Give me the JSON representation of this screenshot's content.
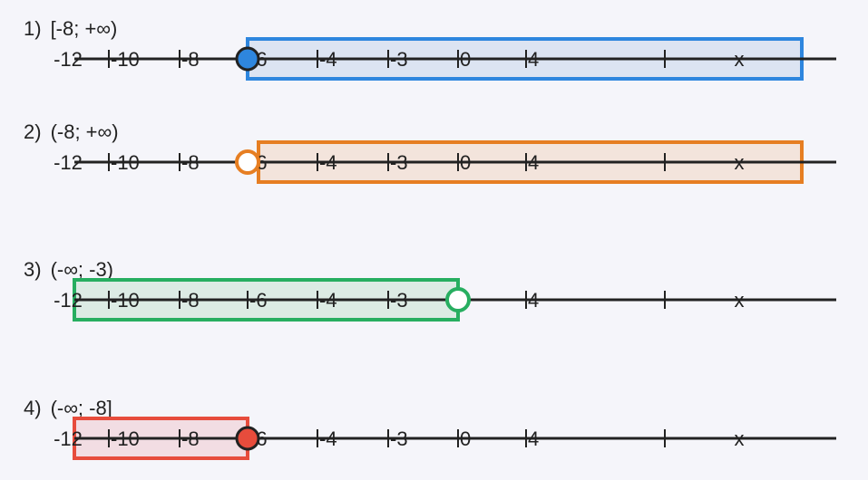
{
  "axis": {
    "ticks": [
      {
        "label": "-12",
        "tick": false
      },
      {
        "label": "-10",
        "tick": true
      },
      {
        "label": "-8",
        "tick": true
      },
      {
        "label": "-6",
        "tick": true
      },
      {
        "label": "-4",
        "tick": true
      },
      {
        "label": "-3",
        "tick": true
      },
      {
        "label": "0",
        "tick": true
      },
      {
        "label": "4",
        "tick": true
      },
      {
        "label": "",
        "tick": true
      },
      {
        "label": "x",
        "tick": false
      }
    ]
  },
  "rows": [
    {
      "number": "1)",
      "title": "[-8; +∞)",
      "color": "#2e86de",
      "fill": "#dce4f2",
      "point_index": 3,
      "point_style": "filled",
      "shade_from_index": 3,
      "shade_to": "right"
    },
    {
      "number": "2)",
      "title": "(-8; +∞)",
      "color": "#e67e22",
      "fill": "#f3e4dc",
      "point_index": 3,
      "point_style": "open",
      "shade_from_index": 3,
      "shade_to": "right"
    },
    {
      "number": "3)",
      "title": "(-∞; -3)",
      "color": "#27ae60",
      "fill": "#dcebe4",
      "point_index": 6,
      "point_style": "open",
      "shade_from_index": 0,
      "shade_to": "point"
    },
    {
      "number": "4)",
      "title": "(-∞; -8]",
      "color": "#e74c3c",
      "fill": "#f2dde3",
      "point_index": 3,
      "point_style": "filled-red",
      "shade_from_index": 0,
      "shade_to": "point"
    }
  ]
}
